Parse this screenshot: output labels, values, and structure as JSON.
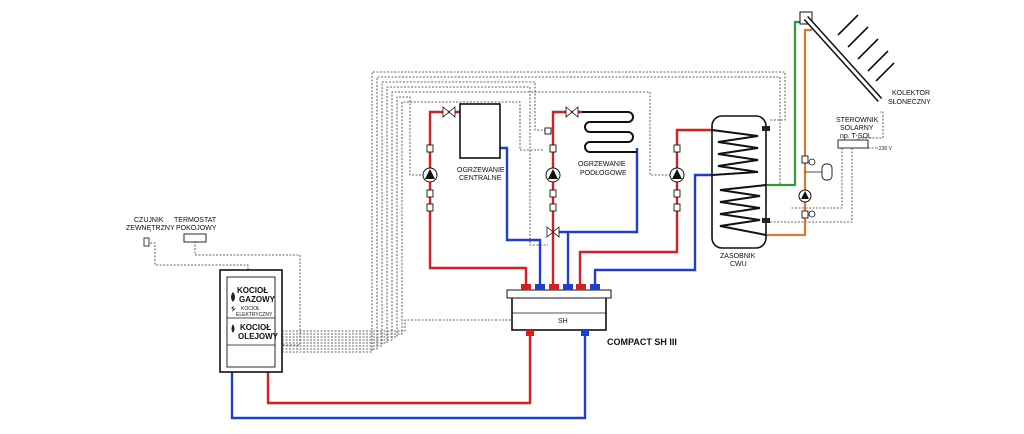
{
  "labels": {
    "czujnik_line1": "CZUJNIK",
    "czujnik_line2": "ZEWNĘTRZNY",
    "termostat_line1": "TERMOSTAT",
    "termostat_line2": "POKOJOWY",
    "kociol_gazowy_1": "KOCIOŁ",
    "kociol_gazowy_2": "GAZOWY",
    "kociol_elektryczny_1": "KOCIOŁ",
    "kociol_elektryczny_2": "ELEKTRYCZNY",
    "kociol_olejowy_1": "KOCIOŁ",
    "kociol_olejowy_2": "OLEJOWY",
    "ogrzewanie_centralne_1": "OGRZEWANIE",
    "ogrzewanie_centralne_2": "CENTRALNE",
    "ogrzewanie_podlogowe_1": "OGRZEWANIE",
    "ogrzewanie_podlogowe_2": "PODŁOGOWE",
    "zasobnik_1": "ZASOBNIK",
    "zasobnik_2": "CWU",
    "kolektor_1": "KOLEKTOR",
    "kolektor_2": "SŁONECZNY",
    "sterownik_1": "STEROWNIK",
    "sterownik_2": "SOLARNY",
    "sterownik_3": "np. T-SOL",
    "voltage": "~230 V",
    "sh": "SH",
    "compact": "COMPACT SH III"
  },
  "colors": {
    "supply": "#d42020",
    "return": "#1f3fd1",
    "solar_supply": "#2f9a3a",
    "solar_return": "#e0782a",
    "control": "#333333"
  }
}
